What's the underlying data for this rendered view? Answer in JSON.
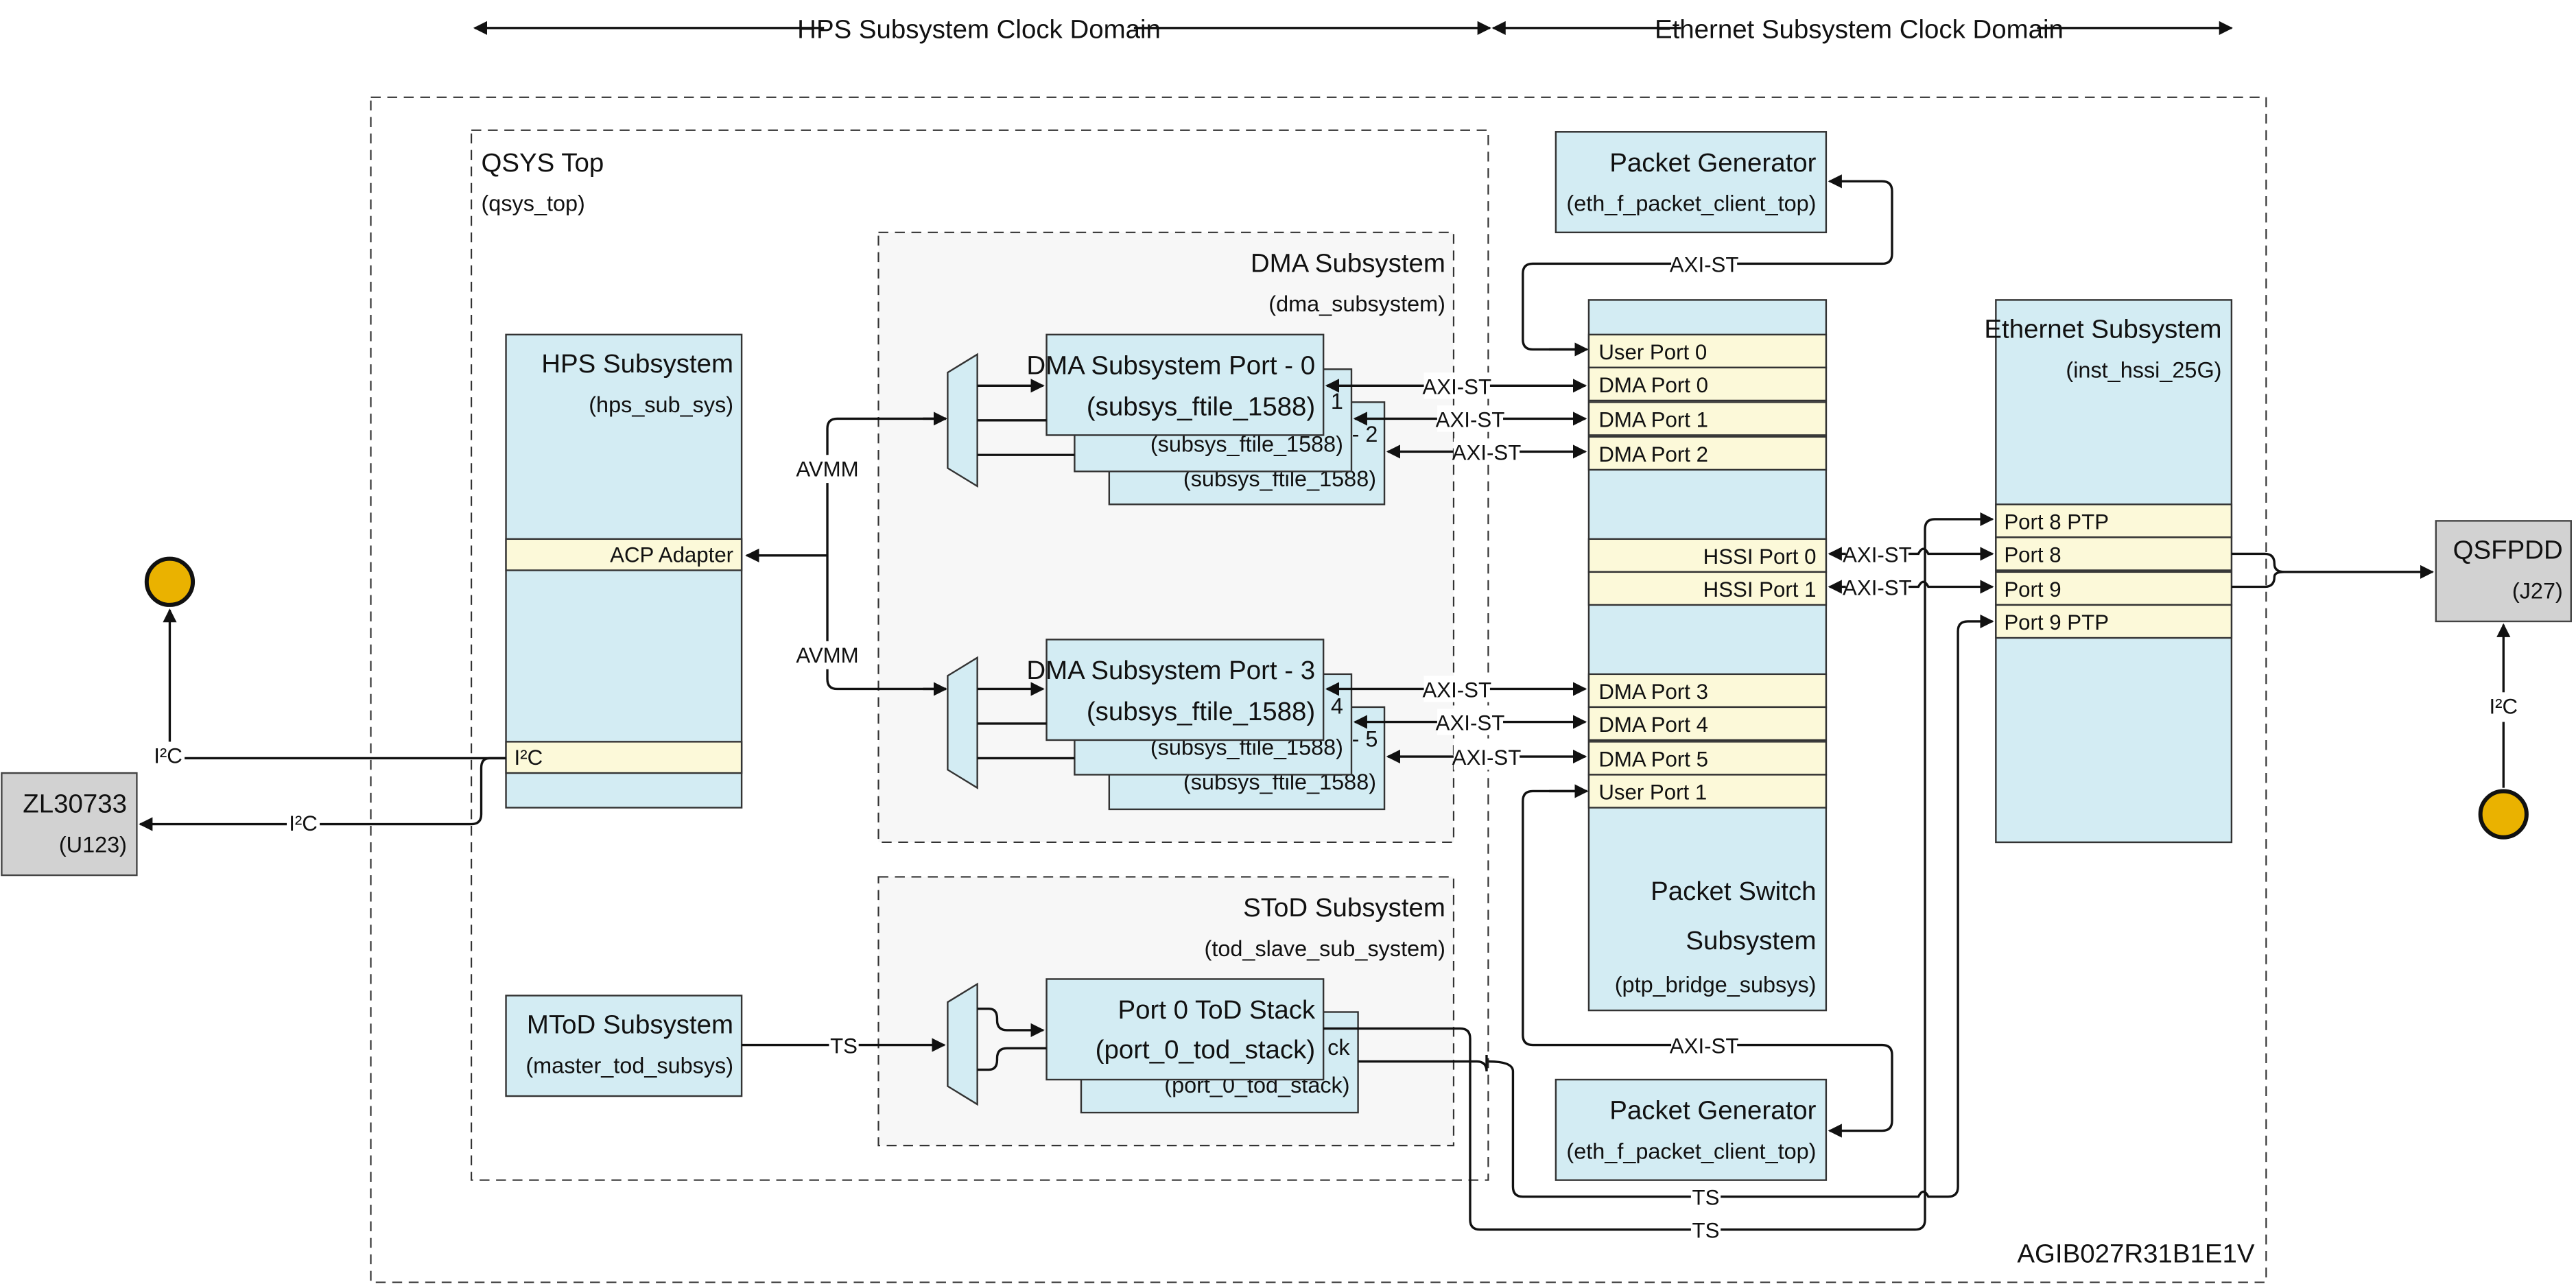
{
  "clock_domains": {
    "hps": "HPS Subsystem Clock Domain",
    "ethernet": "Ethernet Subsystem Clock Domain"
  },
  "device": "AGIB027R31B1E1V",
  "qsys_top": {
    "title": "QSYS Top",
    "instance": "(qsys_top)"
  },
  "hps_subsystem": {
    "title": "HPS Subsystem",
    "instance": "(hps_sub_sys)",
    "ports": {
      "acp": "ACP Adapter",
      "i2c": "I²C"
    }
  },
  "dma_subsystem": {
    "title": "DMA Subsystem",
    "instance": "(dma_subsystem)",
    "group_a": {
      "front_title": "DMA Subsystem Port - 0",
      "front_instance": "(subsys_ftile_1588)",
      "stack_suffix_1": "1",
      "stack_suffix_2": "- 2",
      "back_instance": "(subsys_ftile_1588)"
    },
    "group_b": {
      "front_title": "DMA Subsystem Port - 3",
      "front_instance": "(subsys_ftile_1588)",
      "stack_suffix_1": "4",
      "stack_suffix_2": "- 5",
      "back_instance": "(subsys_ftile_1588)"
    }
  },
  "stod_subsystem": {
    "title": "SToD Subsystem",
    "instance": "(tod_slave_sub_system)",
    "front_title": "Port 0 ToD Stack",
    "front_instance": "(port_0_tod_stack)",
    "back_suffix": "ck",
    "back_instance": "(port_0_tod_stack)"
  },
  "mtod_subsystem": {
    "title": "MToD Subsystem",
    "instance": "(master_tod_subsys)"
  },
  "packet_generator_top": {
    "title": "Packet Generator",
    "instance": "(eth_f_packet_client_top)"
  },
  "packet_generator_bottom": {
    "title": "Packet Generator",
    "instance": "(eth_f_packet_client_top)"
  },
  "packet_switch": {
    "title_line1": "Packet Switch",
    "title_line2": "Subsystem",
    "instance": "(ptp_bridge_subsys)",
    "ports": [
      "User Port 0",
      "DMA Port 0",
      "DMA Port 1",
      "DMA Port 2",
      "HSSI Port 0",
      "HSSI Port 1",
      "DMA Port 3",
      "DMA Port 4",
      "DMA Port 5",
      "User Port 1"
    ]
  },
  "ethernet_subsystem": {
    "title": "Ethernet Subsystem",
    "instance": "(inst_hssi_25G)",
    "ports": [
      "Port 8 PTP",
      "Port 8",
      "Port 9",
      "Port 9 PTP"
    ]
  },
  "zl30733": {
    "title": "ZL30733",
    "instance": "(U123)"
  },
  "qsfpdd": {
    "title": "QSFPDD",
    "instance": "(J27)"
  },
  "bus_labels": {
    "avmm": "AVMM",
    "axi_st": "AXI-ST",
    "ts": "TS",
    "i2c": "I²C"
  },
  "colors": {
    "block_fill": "#d3ecf3",
    "port_fill": "#fcf9d9",
    "external_fill": "#d2d2d2",
    "subsystem_group_fill": "#f7f7f7",
    "led_fill": "#eab200"
  }
}
